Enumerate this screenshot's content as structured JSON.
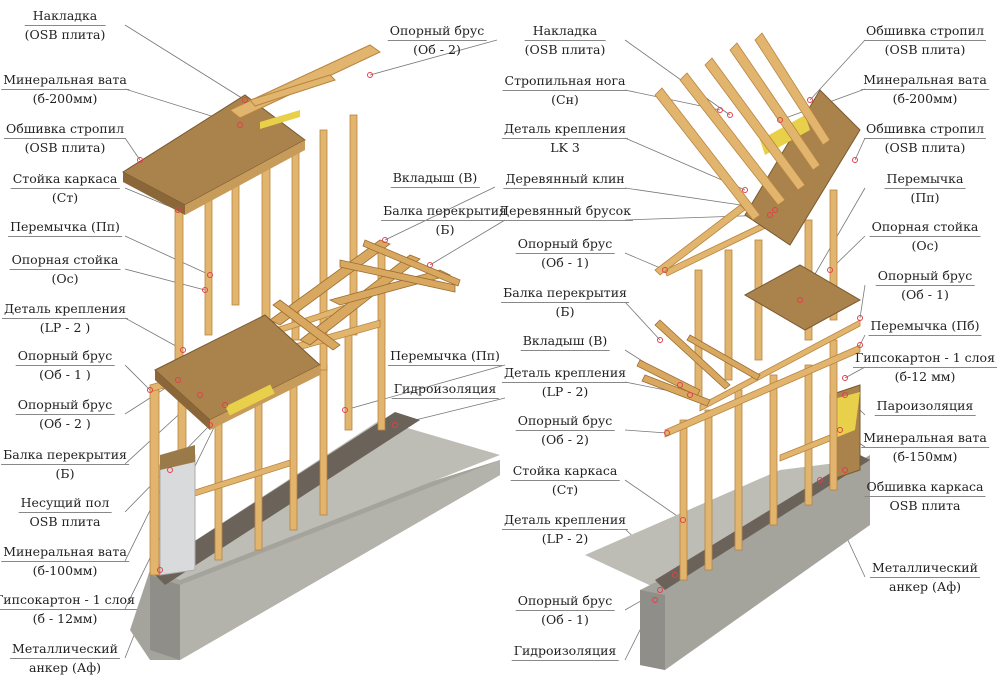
{
  "colors": {
    "wood": "#e2b56e",
    "wood_dark": "#b8843f",
    "osb": "#a9824c",
    "concrete": "#b3b2ab",
    "concrete_dark": "#8f8e88",
    "insulation": "#e8d04a",
    "drywall": "#d9dadc",
    "leader": "#777777",
    "marker": "#e2404a"
  },
  "left_labels": [
    {
      "line1": "Накладка",
      "line2": "(OSB плита)"
    },
    {
      "line1": "Минеральная вата",
      "line2": "(б-200мм)"
    },
    {
      "line1": "Обшивка стропил",
      "line2": "(OSB  плита)"
    },
    {
      "line1": "Стойка каркаса",
      "line2": "(Ст)"
    },
    {
      "line1": "Перемычка (Пп)",
      "line2": ""
    },
    {
      "line1": "Опорная стойка",
      "line2": "(Ос)"
    },
    {
      "line1": "Деталь крепления",
      "line2": "(LP - 2 )"
    },
    {
      "line1": "Опорный брус",
      "line2": "(Об - 1 )"
    },
    {
      "line1": "Опорный брус",
      "line2": "(Об - 2 )"
    },
    {
      "line1": "Балка перекрытия",
      "line2": "(Б)"
    },
    {
      "line1": "Несущий пол",
      "line2": "OSB  плита"
    },
    {
      "line1": "Минеральная вата",
      "line2": "(б-100мм)"
    },
    {
      "line1": "Гипсокартон - 1 слоя",
      "line2": "(б - 12мм)"
    },
    {
      "line1": "Металлический",
      "line2": "анкер (Аф)"
    }
  ],
  "middle_labels": [
    {
      "line1": "Опорный брус",
      "line2": "(Об - 2)"
    },
    {
      "line1": "Вкладыш (В)",
      "line2": ""
    },
    {
      "line1": "Балка  перекрытия",
      "line2": "(Б)"
    },
    {
      "line1": "Перемычка (Пп)",
      "line2": ""
    },
    {
      "line1": "Гидроизоляция",
      "line2": ""
    }
  ],
  "right_inner_labels": [
    {
      "line1": "Накладка",
      "line2": "(OSB плита)"
    },
    {
      "line1": "Стропильная нога",
      "line2": "(Сн)"
    },
    {
      "line1": "Деталь крепления",
      "line2": "LK 3"
    },
    {
      "line1": "Деревянный  клин",
      "line2": ""
    },
    {
      "line1": "Деревянный брусок",
      "line2": ""
    },
    {
      "line1": "Опорный  брус",
      "line2": "(Об - 1)"
    },
    {
      "line1": "Балка  перекрытия",
      "line2": "(Б)"
    },
    {
      "line1": "Вкладыш (В)",
      "line2": ""
    },
    {
      "line1": "Деталь крепления",
      "line2": "(LP - 2)"
    },
    {
      "line1": "Опорный брус",
      "line2": "(Об - 2)"
    },
    {
      "line1": "Стойка каркаса",
      "line2": "(Ст)"
    },
    {
      "line1": "Деталь крепления",
      "line2": "(LP - 2)"
    },
    {
      "line1": "Опорный брус",
      "line2": "(Об - 1)"
    },
    {
      "line1": "Гидроизоляция",
      "line2": ""
    }
  ],
  "right_outer_labels": [
    {
      "line1": "Обшивка стропил",
      "line2": "(OSB  плита)"
    },
    {
      "line1": "Минеральная вата",
      "line2": "(б-200мм)"
    },
    {
      "line1": "Обшивка стропил",
      "line2": "(OSB  плита)"
    },
    {
      "line1": "Перемычка",
      "line2": "(Пп)"
    },
    {
      "line1": "Опорная стойка",
      "line2": "(Ос)"
    },
    {
      "line1": "Опорный  брус",
      "line2": "(Об - 1)"
    },
    {
      "line1": "Перемычка (Пб)",
      "line2": ""
    },
    {
      "line1": "Гипсокартон - 1 слоя",
      "line2": "(б-12 мм)"
    },
    {
      "line1": "Пароизоляция",
      "line2": ""
    },
    {
      "line1": "Минеральная вата",
      "line2": "(б-150мм)"
    },
    {
      "line1": "Обшивка  каркаса",
      "line2": "OSB  плита"
    },
    {
      "line1": "Металлический",
      "line2": "анкер (Аф)"
    }
  ]
}
